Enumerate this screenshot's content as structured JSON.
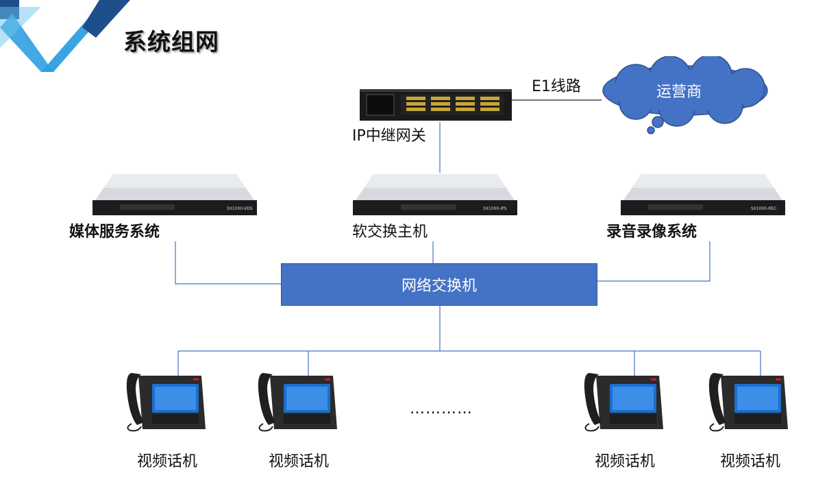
{
  "title": "系统组网",
  "gateway": {
    "label": "IP中继网关"
  },
  "link": {
    "label": "E1线路"
  },
  "carrier": {
    "label": "运营商",
    "color": "#4472c4"
  },
  "servers": {
    "media": {
      "label": "媒体服务系统",
      "model": "SX1000-VDS"
    },
    "softswitch": {
      "label": "软交换主机",
      "model": "SX1000-IPS"
    },
    "recording": {
      "label": "录音录像系统",
      "model": "SX1000-REC"
    }
  },
  "network_switch": {
    "label": "网络交换机",
    "color": "#4472c4"
  },
  "ellipsis": "…………",
  "phones": [
    {
      "label": "视频话机"
    },
    {
      "label": "视频话机"
    },
    {
      "label": "视频话机"
    },
    {
      "label": "视频话机"
    }
  ],
  "colors": {
    "line": "#4472c4",
    "accent_light": "#2f9fe0",
    "accent_dark": "#1f4e8c"
  }
}
